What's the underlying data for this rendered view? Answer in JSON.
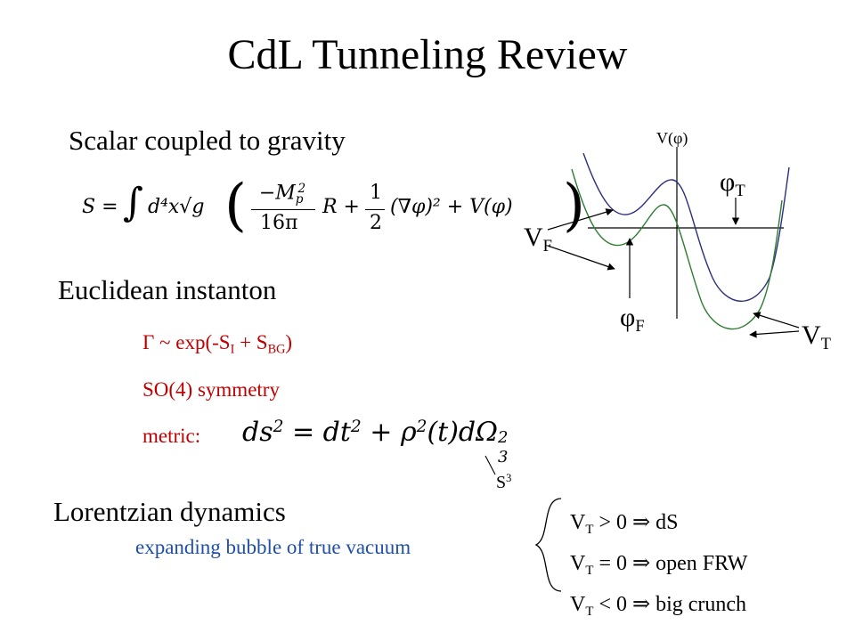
{
  "slide": {
    "title": "CdL Tunneling Review",
    "section_scalar": "Scalar coupled to gravity",
    "action": {
      "lhs": "S =",
      "integral": "∫",
      "measure": "d⁴x√g",
      "open": "(",
      "neg": "−",
      "mp": "M",
      "mp_sub": "p",
      "mp_sup": "2",
      "den1": "16π",
      "R": "R +",
      "one": "1",
      "two": "2",
      "grad": "(∇φ)² + V(φ)",
      "close": ")"
    },
    "section_euclidean": "Euclidean instanton",
    "rate": {
      "prefix": "Γ ~ exp(-S",
      "sub_i": "I",
      "plus": " + S",
      "sub_bg": "BG",
      "close": ")"
    },
    "symmetry": "SO(4) symmetry",
    "metric_label": "metric:",
    "metric": {
      "ds": "ds",
      "eq": " = dt",
      "plus": " + ρ",
      "t": "(t)dΩ",
      "sub3": "3",
      "sup2": "2"
    },
    "s3": {
      "base": "S",
      "sup": "3"
    },
    "section_lorentzian": "Lorentzian dynamics",
    "bubble": "expanding bubble of true vacuum",
    "cases": [
      {
        "v": "V",
        "sub": "T",
        "rel": " > 0 ",
        "arrow": "⇒",
        "result": " dS"
      },
      {
        "v": "V",
        "sub": "T",
        "rel": " = 0 ",
        "arrow": "⇒",
        "result": " open FRW"
      },
      {
        "v": "V",
        "sub": "T",
        "rel": " < 0 ",
        "arrow": "⇒",
        "result": " big crunch"
      }
    ],
    "potential": {
      "axis_label": "V(φ)",
      "phi_t": {
        "base": "φ",
        "sub": "T"
      },
      "phi_f": {
        "base": "φ",
        "sub": "F"
      },
      "v_f": {
        "base": "V",
        "sub": "F"
      },
      "v_t": {
        "base": "V",
        "sub": "T"
      },
      "colors": {
        "upper_curve": "#2b2e7e",
        "lower_curve": "#2e7d32"
      }
    }
  }
}
